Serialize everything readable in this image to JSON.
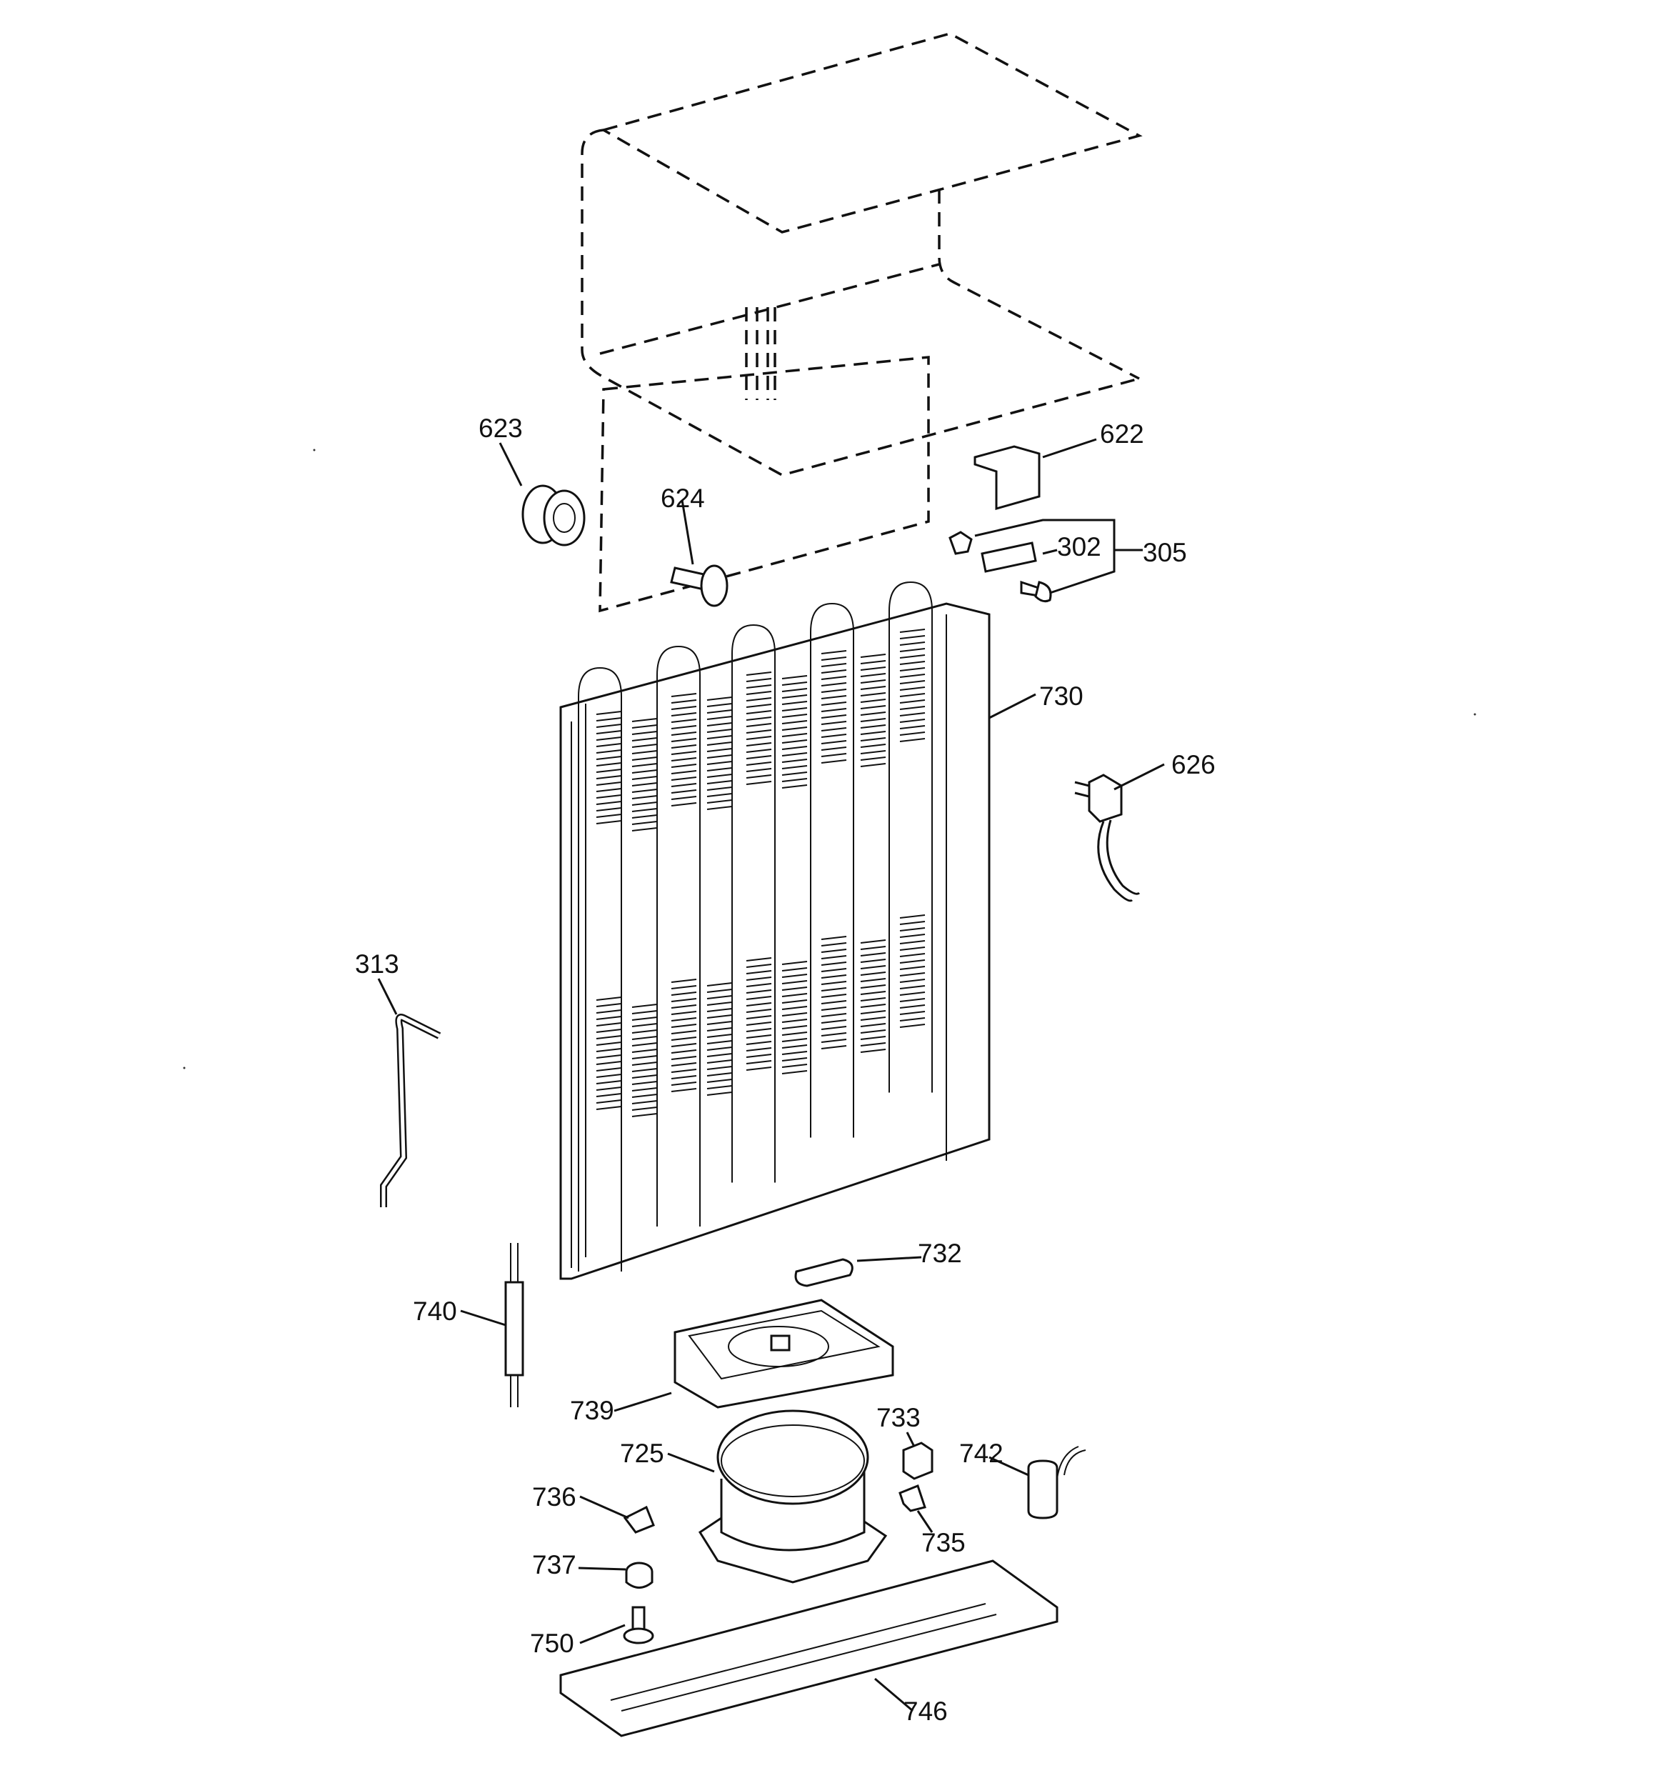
{
  "diagram": {
    "callouts": [
      {
        "id": "623",
        "label": "623"
      },
      {
        "id": "622",
        "label": "622"
      },
      {
        "id": "624",
        "label": "624"
      },
      {
        "id": "302",
        "label": "302"
      },
      {
        "id": "305",
        "label": "305"
      },
      {
        "id": "730",
        "label": "730"
      },
      {
        "id": "626",
        "label": "626"
      },
      {
        "id": "313",
        "label": "313"
      },
      {
        "id": "732",
        "label": "732"
      },
      {
        "id": "740",
        "label": "740"
      },
      {
        "id": "739",
        "label": "739"
      },
      {
        "id": "733",
        "label": "733"
      },
      {
        "id": "725",
        "label": "725"
      },
      {
        "id": "742",
        "label": "742"
      },
      {
        "id": "736",
        "label": "736"
      },
      {
        "id": "735",
        "label": "735"
      },
      {
        "id": "737",
        "label": "737"
      },
      {
        "id": "750",
        "label": "750"
      },
      {
        "id": "746",
        "label": "746"
      }
    ]
  }
}
